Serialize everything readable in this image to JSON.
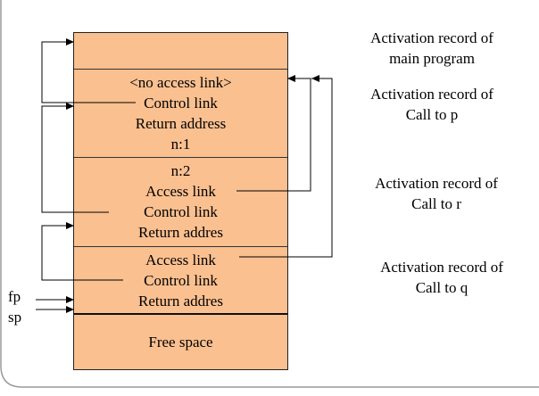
{
  "stack": {
    "call_to_p": [
      "<no access link>",
      "Control link",
      "Return address",
      "n:1"
    ],
    "call_to_r": [
      "n:2",
      "Access link",
      "Control link",
      "Return addres"
    ],
    "call_to_q": [
      "Access link",
      "Control link",
      "Return addres"
    ],
    "free_space": "Free space"
  },
  "record_labels": {
    "main_program": {
      "line1": "Activation record of",
      "line2": "main program"
    },
    "call_to_p": {
      "line1": "Activation record of",
      "line2": "Call to p"
    },
    "call_to_r": {
      "line1": "Activation record of",
      "line2": "Call to r"
    },
    "call_to_q": {
      "line1": "Activation record of",
      "line2": "Call to q"
    }
  },
  "pointers": {
    "fp": "fp",
    "sp": "sp"
  },
  "colors": {
    "record_fill": "#FAC090",
    "lines": "#000000",
    "frame": "#9A9A9A"
  }
}
